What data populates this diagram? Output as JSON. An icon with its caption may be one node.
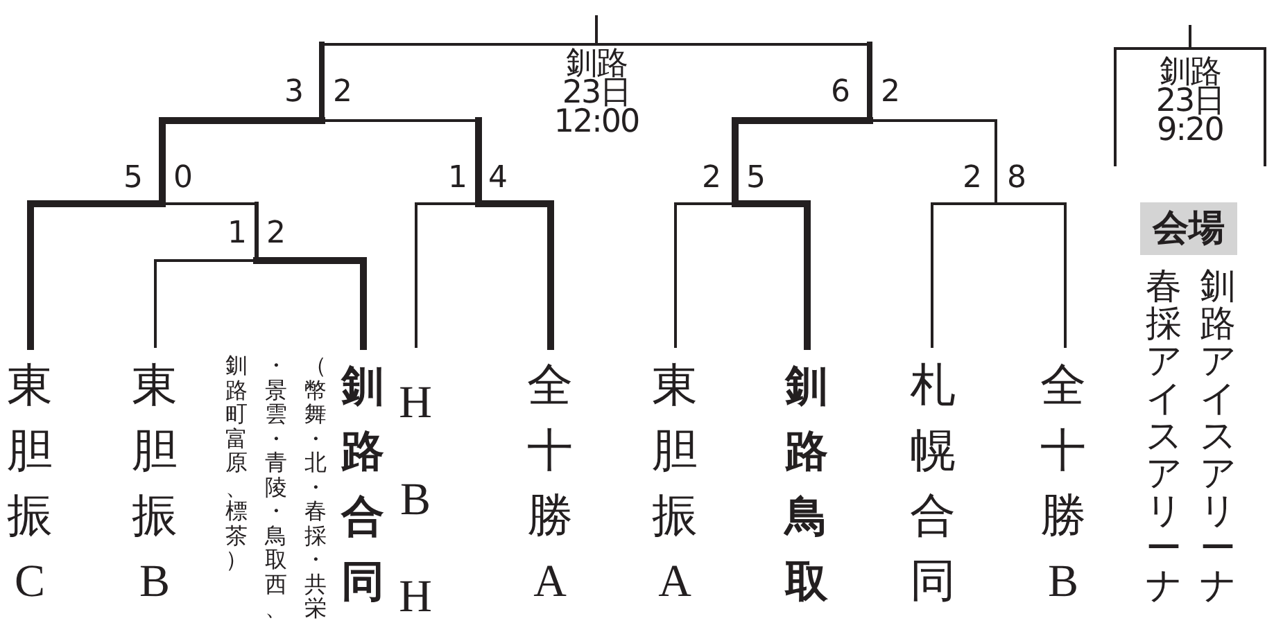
{
  "diagram": {
    "nodes": [
      {
        "text": [
          "東胆振C"
        ]
      },
      {
        "text": [
          "東胆振B"
        ]
      },
      {
        "text": [
          "釧路合同"
        ],
        "beside": [
          "（幣舞・北・春採・共栄・景雲・青陵・鳥取西、釧路町富原、標茶）"
        ]
      },
      {
        "text": [
          "HBH"
        ]
      },
      {
        "text": [
          "全十勝A"
        ]
      },
      {
        "text": [
          "東胆振A"
        ]
      },
      {
        "text": [
          "釧路鳥取"
        ]
      },
      {
        "text": [
          "札幌合同"
        ]
      },
      {
        "text": [
          "全十勝B"
        ]
      },
      {
        "text": [
          "釧路 23日 9:20"
        ]
      },
      {
        "text": [
          "会場"
        ]
      }
    ],
    "labels": [
      "釧路 23日 12:00",
      "3",
      "2",
      "6",
      "2",
      "5",
      "0",
      "1",
      "4",
      "2",
      "5",
      "2",
      "8",
      "1",
      "2",
      "春採アイスアリーナ",
      "釧路アイスアリーナ"
    ]
  }
}
